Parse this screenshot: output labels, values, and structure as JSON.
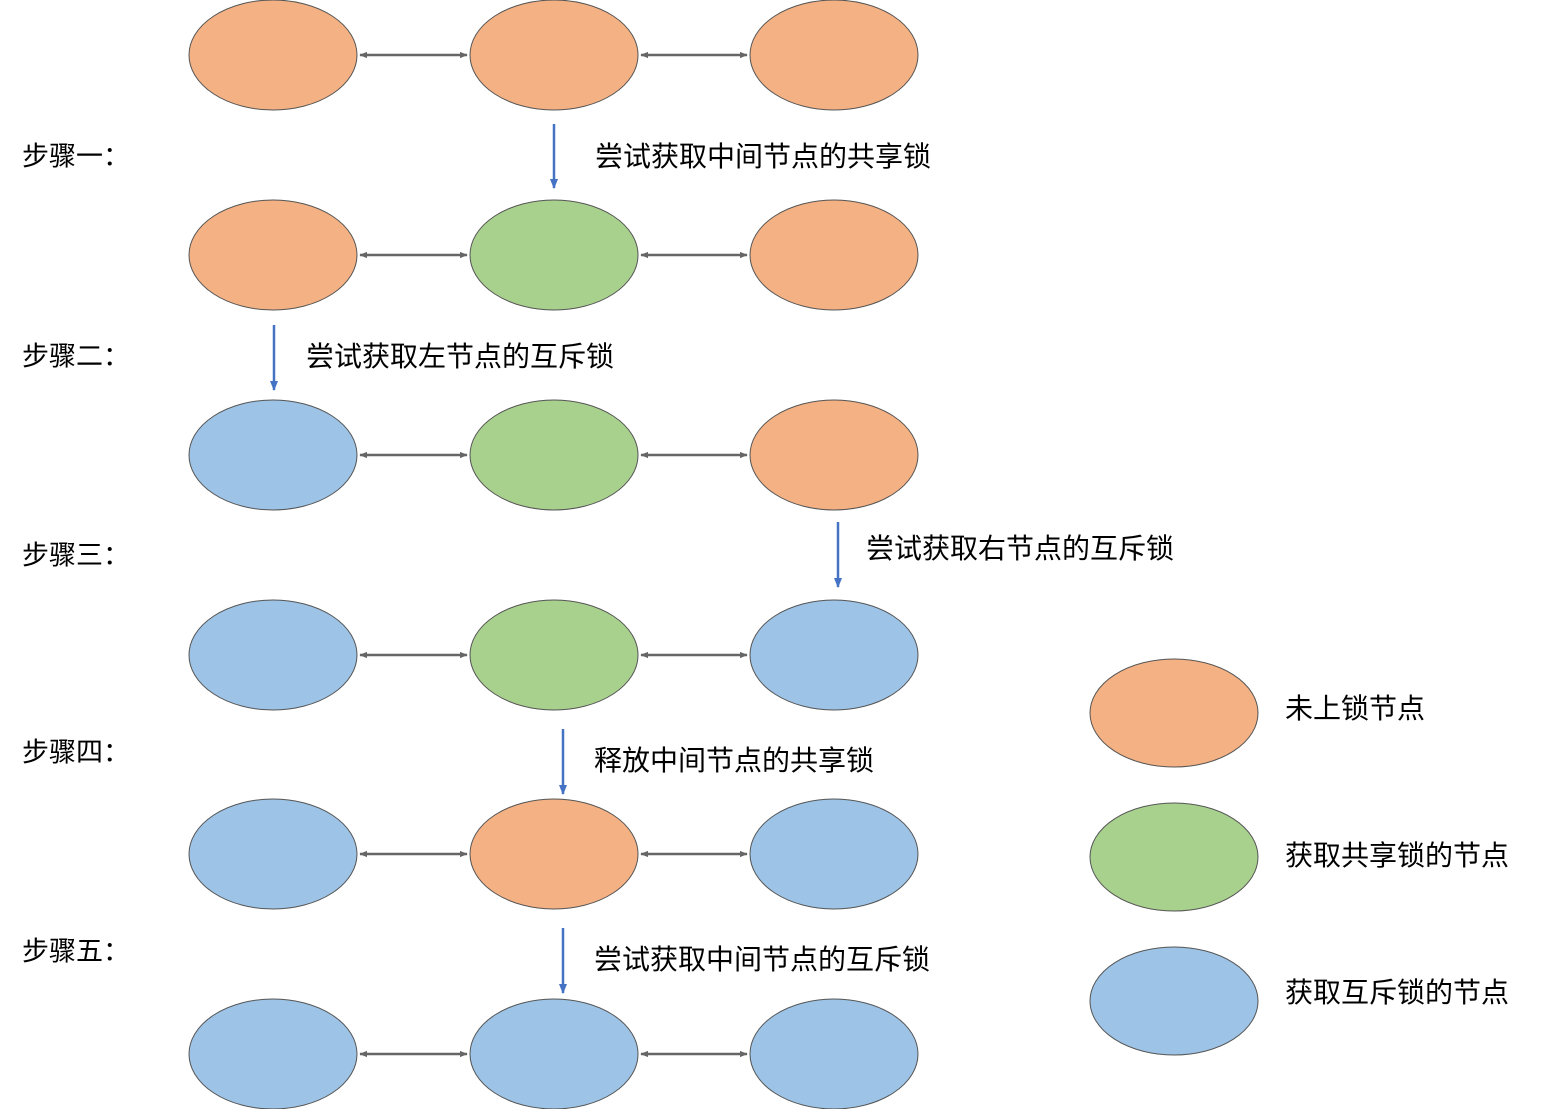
{
  "colors": {
    "unlocked": "#f4b183",
    "shared": "#a9d18e",
    "exclusive": "#9dc3e6",
    "node_stroke": "#555555",
    "link": "#666666",
    "step_arrow": "#4472c4"
  },
  "rows": [
    {
      "nodes": [
        "unlocked",
        "unlocked",
        "unlocked"
      ]
    },
    {
      "nodes": [
        "unlocked",
        "shared",
        "unlocked"
      ]
    },
    {
      "nodes": [
        "exclusive",
        "shared",
        "unlocked"
      ]
    },
    {
      "nodes": [
        "exclusive",
        "shared",
        "exclusive"
      ]
    },
    {
      "nodes": [
        "exclusive",
        "unlocked",
        "exclusive"
      ]
    },
    {
      "nodes": [
        "exclusive",
        "exclusive",
        "exclusive"
      ]
    }
  ],
  "steps": [
    {
      "label": "步骤一：",
      "action": "尝试获取中间节点的共享锁",
      "target": "middle"
    },
    {
      "label": "步骤二：",
      "action": "尝试获取左节点的互斥锁",
      "target": "left"
    },
    {
      "label": "步骤三：",
      "action": "尝试获取右节点的互斥锁",
      "target": "right"
    },
    {
      "label": "步骤四：",
      "action": "释放中间节点的共享锁",
      "target": "middle"
    },
    {
      "label": "步骤五：",
      "action": "尝试获取中间节点的互斥锁",
      "target": "middle"
    }
  ],
  "legend": [
    {
      "state": "unlocked",
      "label": "未上锁节点"
    },
    {
      "state": "shared",
      "label": "获取共享锁的节点"
    },
    {
      "state": "exclusive",
      "label": "获取互斥锁的节点"
    }
  ]
}
